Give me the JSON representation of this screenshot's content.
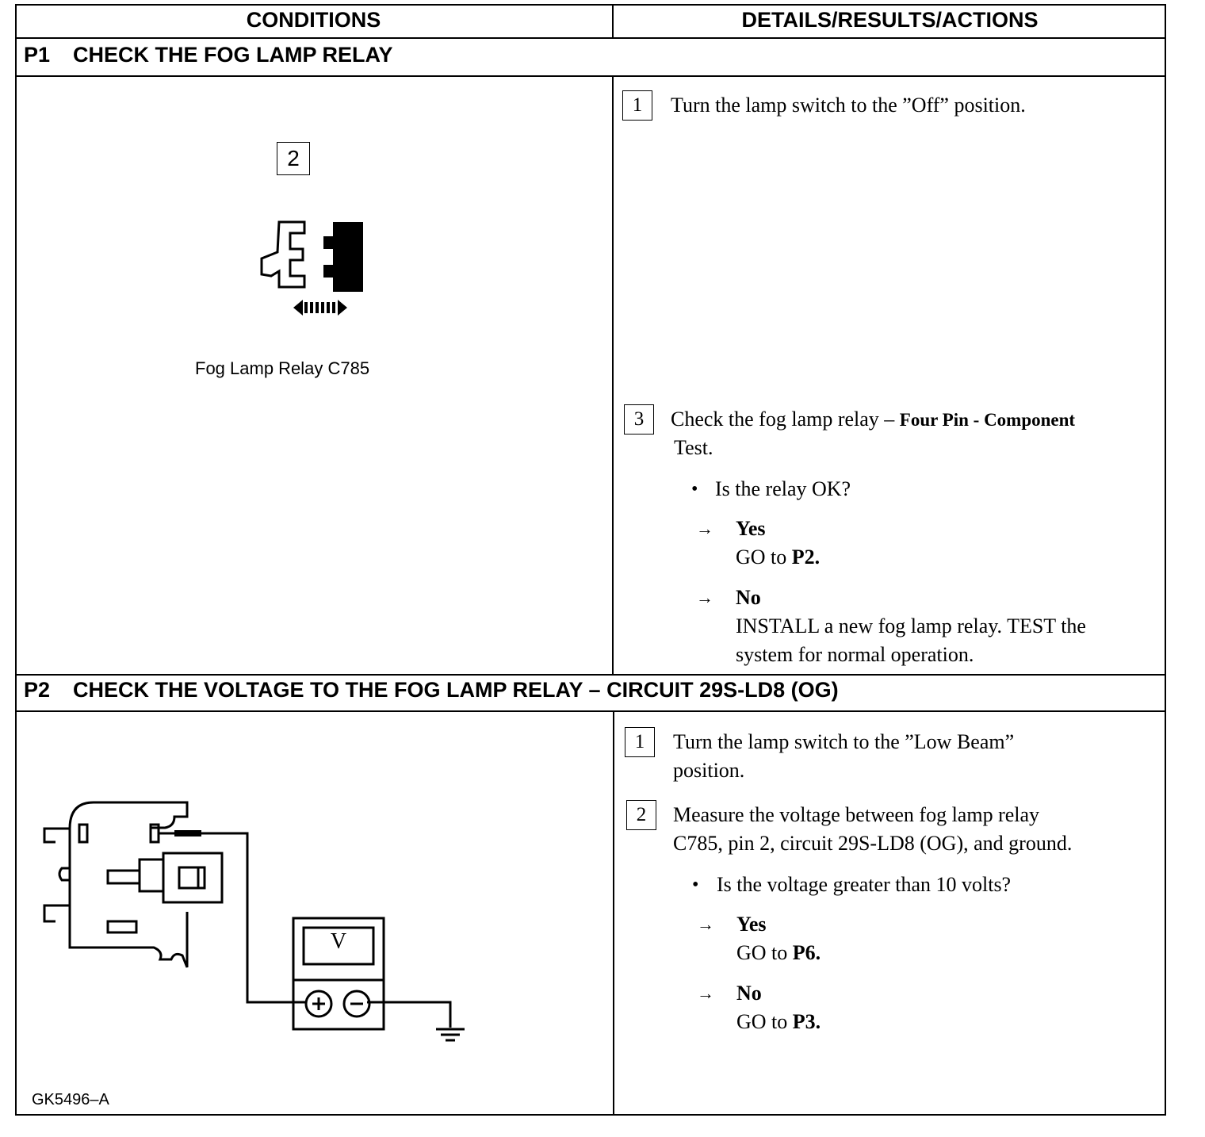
{
  "header": {
    "conditions": "CONDITIONS",
    "details": "DETAILS/RESULTS/ACTIONS"
  },
  "p1": {
    "num": "P1",
    "title": "CHECK THE FOG LAMP RELAY",
    "figure_step": "2",
    "figure_caption": "Fog Lamp Relay C785",
    "steps": [
      {
        "num": "1",
        "text": "Turn the lamp switch to the ”Off” position."
      },
      {
        "num": "3",
        "text_a": "Check the fog lamp relay – ",
        "text_b": "Four Pin - Component",
        "text_c": "Test."
      }
    ],
    "question": "Is the relay OK?",
    "yes_label": "Yes",
    "yes_action_a": "GO to ",
    "yes_action_b": "P2.",
    "no_label": "No",
    "no_action_1": "INSTALL a new fog lamp relay. TEST the",
    "no_action_2": "system for normal operation."
  },
  "p2": {
    "num": "P2",
    "title": "CHECK THE VOLTAGE TO THE FOG LAMP RELAY – CIRCUIT 29S-LD8 (OG)",
    "figure_id": "GK5496–A",
    "meter_label": "V",
    "steps": [
      {
        "num": "1",
        "line1": "Turn the lamp switch to the ”Low Beam”",
        "line2": "position."
      },
      {
        "num": "2",
        "line1": "Measure the voltage between fog lamp relay",
        "line2": "C785, pin 2, circuit 29S-LD8 (OG), and ground."
      }
    ],
    "question": "Is the voltage greater than 10 volts?",
    "yes_label": "Yes",
    "yes_action_a": "GO to ",
    "yes_action_b": "P6.",
    "no_label": "No",
    "no_action_a": "GO to ",
    "no_action_b": "P3."
  },
  "arrow_glyph": "→",
  "bullet_glyph": "•"
}
